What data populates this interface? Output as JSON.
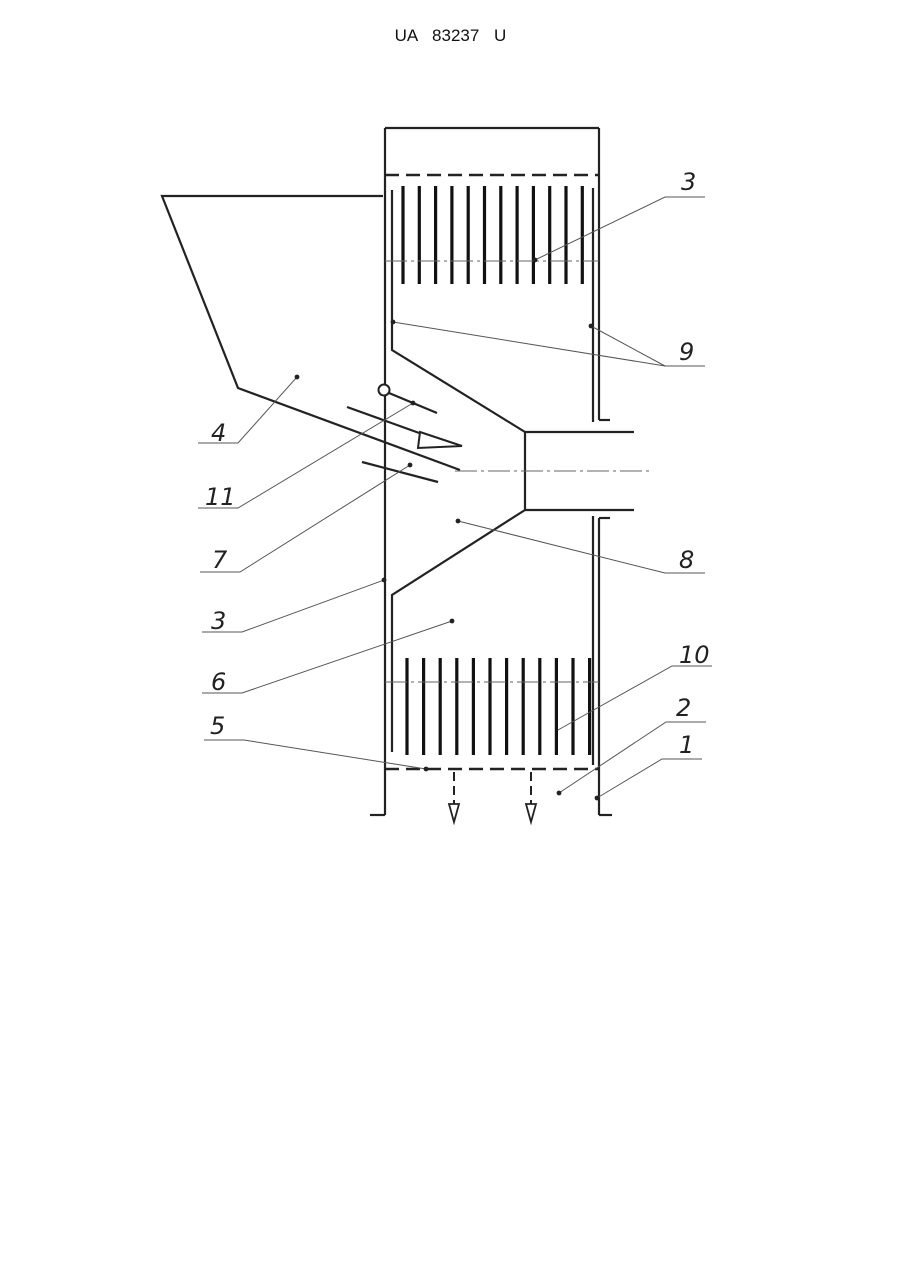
{
  "header": {
    "patent_number": "UA   83237   U"
  },
  "labels": {
    "l1": "1",
    "l2": "2",
    "l3_top": "3",
    "l3_left": "3",
    "l4": "4",
    "l5": "5",
    "l6": "6",
    "l7": "7",
    "l8": "8",
    "l9": "9",
    "l10": "10",
    "l11": "11"
  }
}
